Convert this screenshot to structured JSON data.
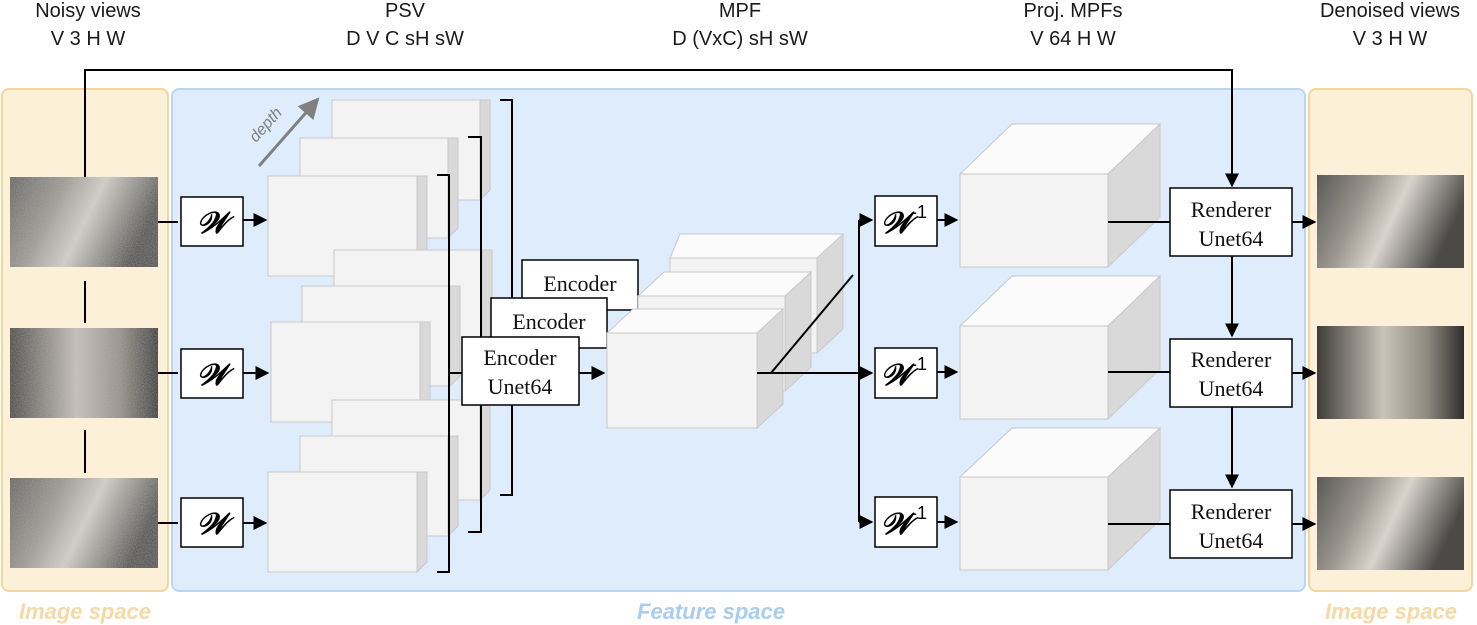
{
  "headers": {
    "noisy": {
      "title": "Noisy views",
      "dims": "V 3 H W"
    },
    "psv": {
      "title": "PSV",
      "dims": "D V C sH sW"
    },
    "mpf": {
      "title": "MPF",
      "dims": "D (VxC) sH sW"
    },
    "proj": {
      "title": "Proj. MPFs",
      "dims": "V 64 H W"
    },
    "denoised": {
      "title": "Denoised views",
      "dims": "V 3 H W"
    }
  },
  "labels": {
    "image_space_left": "Image space",
    "feature_space": "Feature space",
    "image_space_right": "Image space",
    "depth": "depth"
  },
  "encoder": {
    "back_label": "Encoder",
    "mid_label": "Encoder",
    "front_line1": "Encoder",
    "front_line2": "Unet64"
  },
  "warp": {
    "symbol": "𝒲",
    "inverse_exponent": "-1"
  },
  "renderer": {
    "line1": "Renderer",
    "line2": "Unet64"
  },
  "colors": {
    "image_space_fill": "#fdf0d8",
    "image_space_border": "#f4d59c",
    "feature_space_fill": "#deecfb",
    "feature_space_border": "#bcd6f2"
  }
}
